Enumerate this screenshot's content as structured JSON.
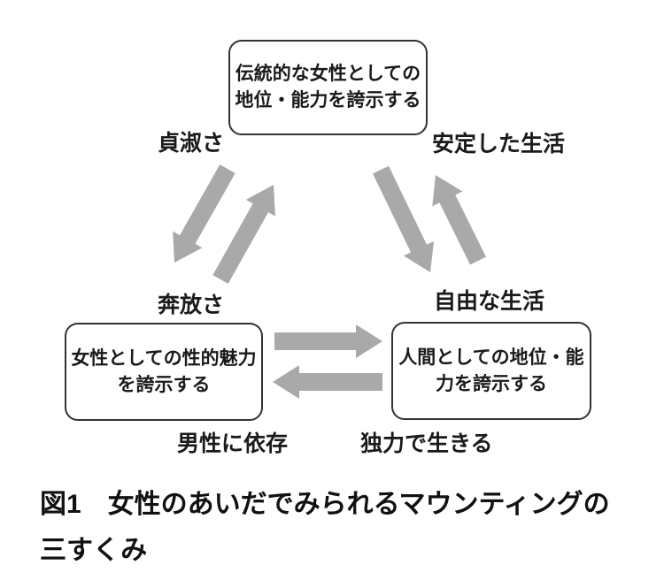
{
  "colors": {
    "arrow": "#a9a9a9",
    "border": "#333333",
    "text": "#1a1a1a",
    "background": "#ffffff"
  },
  "diagram": {
    "nodes": {
      "traditional": {
        "line1": "伝統的な女性としての",
        "line2": "地位・能力を誇示する"
      },
      "sexual": {
        "line1": "女性としての性的魅力",
        "line2": "を誇示する"
      },
      "human": {
        "line1": "人間としての地位・能",
        "line2": "力を誇示する"
      }
    },
    "edge_labels": {
      "chastity": "貞淑さ",
      "stable_life": "安定した生活",
      "wildness": "奔放さ",
      "free_life": "自由な生活",
      "depend_on_men": "男性に依存",
      "live_independently": "独力で生きる"
    },
    "relations": [
      {
        "from": "traditional",
        "to": "sexual"
      },
      {
        "from": "sexual",
        "to": "traditional"
      },
      {
        "from": "traditional",
        "to": "human"
      },
      {
        "from": "human",
        "to": "traditional"
      },
      {
        "from": "sexual",
        "to": "human"
      },
      {
        "from": "human",
        "to": "sexual"
      }
    ]
  },
  "caption": {
    "line1": "図1　女性のあいだでみられるマウンティングの",
    "line2": "三すくみ"
  }
}
